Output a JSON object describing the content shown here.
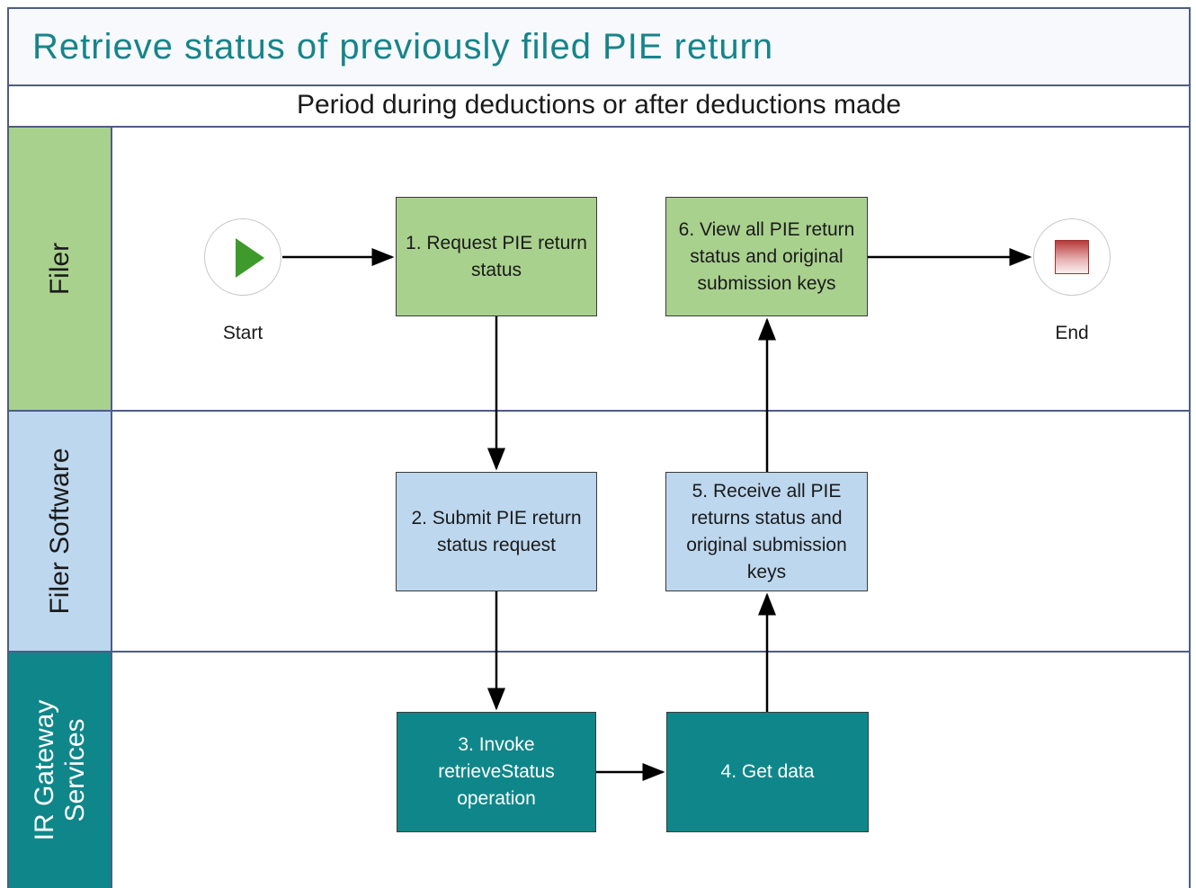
{
  "title": "Retrieve status of previously filed PIE return",
  "phase": "Period during deductions or after deductions made",
  "lanes": {
    "filer": "Filer",
    "software": "Filer Software",
    "gateway": "IR Gateway\nServices"
  },
  "events": {
    "start": "Start",
    "end": "End"
  },
  "steps": {
    "s1": "1. Request PIE return status",
    "s2": "2. Submit PIE return status request",
    "s3": "3. Invoke retrieveStatus operation",
    "s4": "4. Get data",
    "s5": "5. Receive all PIE returns status and original submission keys",
    "s6": "6. View all PIE return status and original submission keys"
  },
  "colors": {
    "title_text": "#17848a",
    "border": "#4d5d84",
    "filer": "#a9d18e",
    "software": "#bdd7ee",
    "gateway": "#0f878a"
  }
}
